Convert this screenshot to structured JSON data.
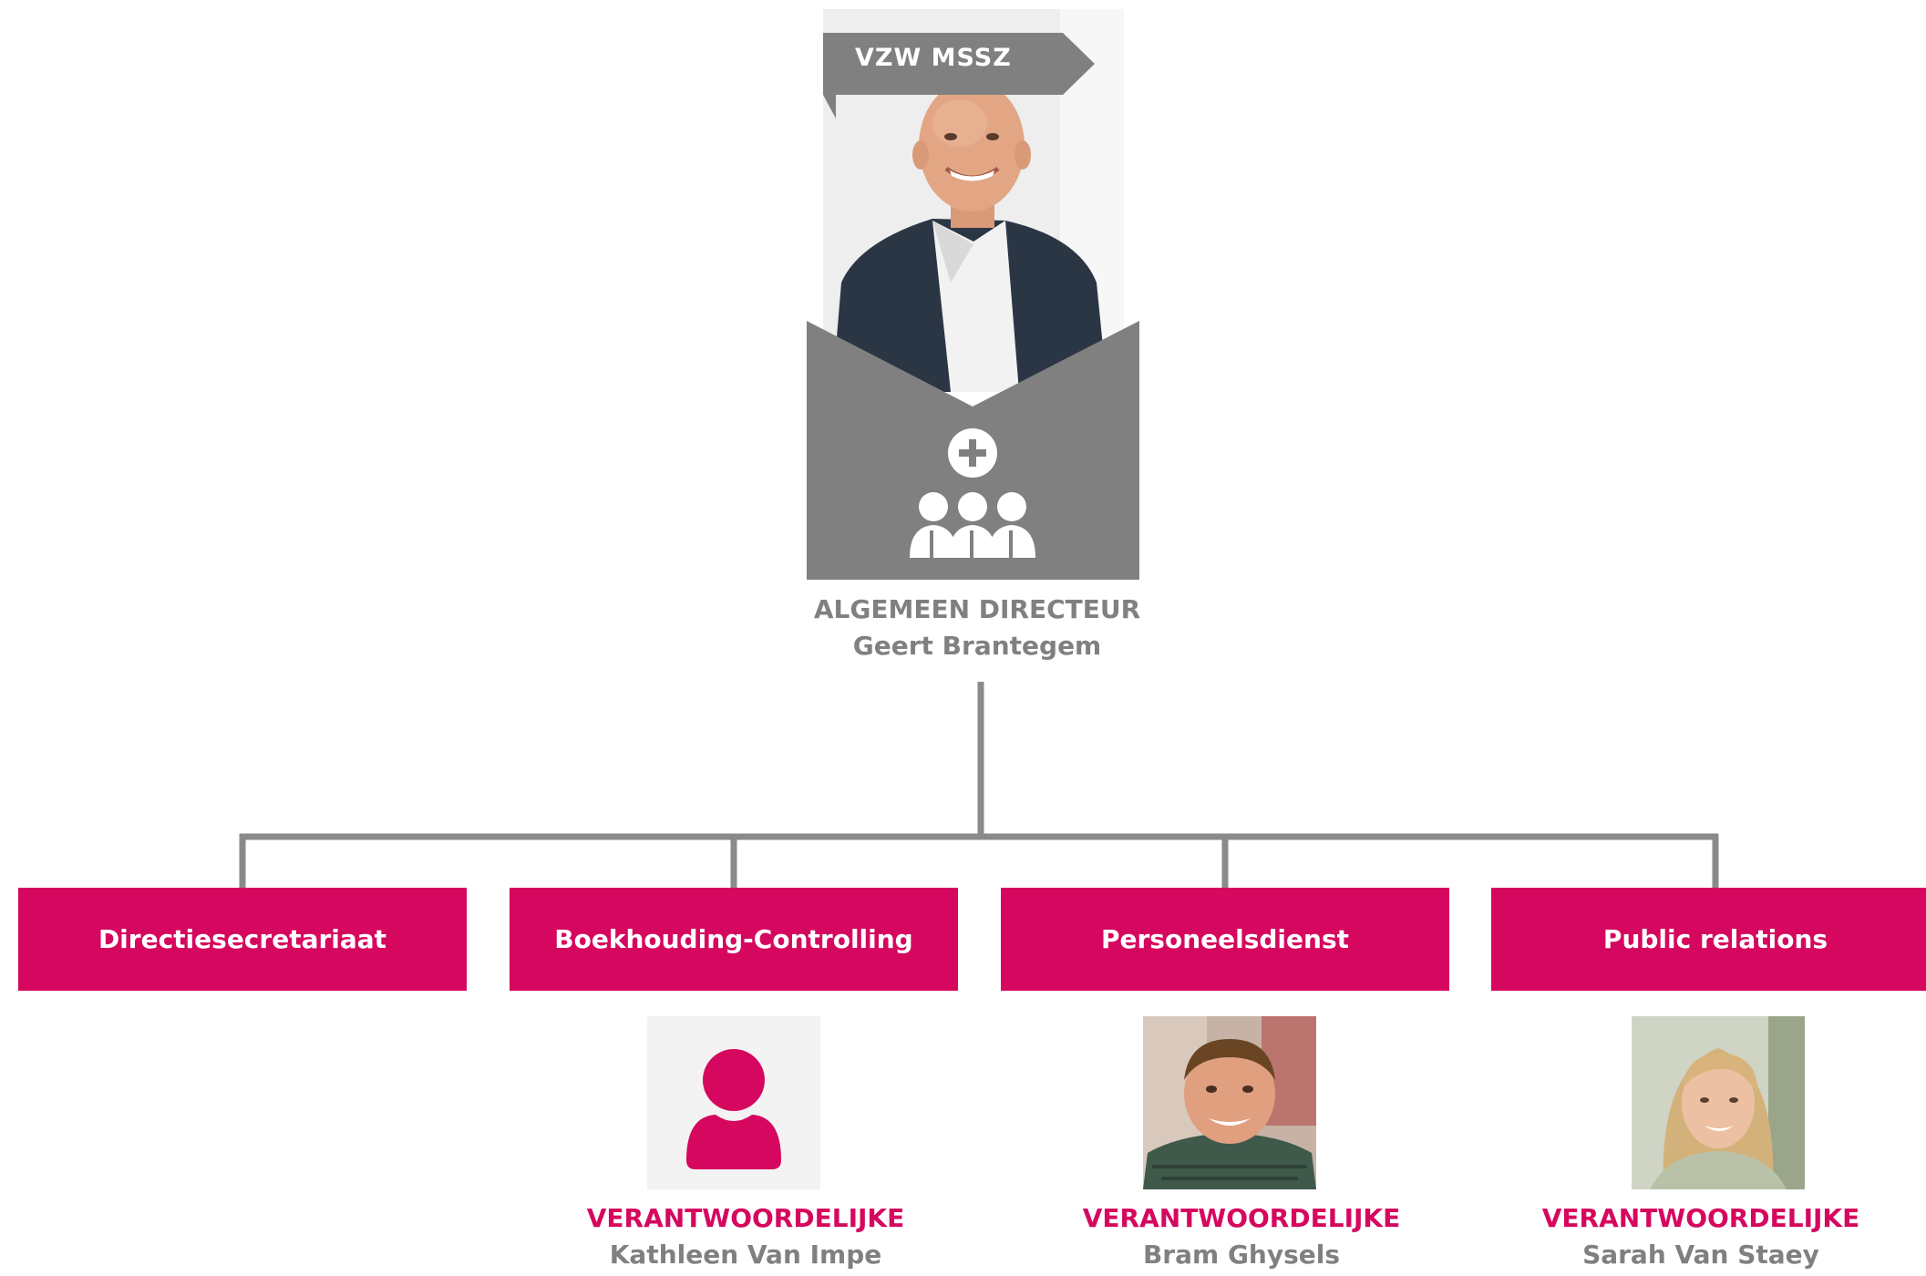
{
  "organization": {
    "banner": "VZW MSSZ",
    "director": {
      "role": "ALGEMEEN DIRECTEUR",
      "name": "Geert Brantegem"
    }
  },
  "departments": [
    {
      "label": "Directiesecretariaat"
    },
    {
      "label": "Boekhouding-Controlling"
    },
    {
      "label": "Personeelsdienst"
    },
    {
      "label": "Public relations"
    }
  ],
  "responsibles": [
    {
      "role": "VERANTWOORDELIJKE",
      "name": "Kathleen Van Impe",
      "photo": "placeholder-person-icon"
    },
    {
      "role": "VERANTWOORDELIJKE",
      "name": "Bram Ghysels",
      "photo": "man-photo"
    },
    {
      "role": "VERANTWOORDELIJKE",
      "name": "Sarah Van Staey",
      "photo": "woman-photo"
    }
  ],
  "colors": {
    "accent": "#d6075f",
    "grey": "#808080",
    "connector": "#8a8a8a"
  }
}
